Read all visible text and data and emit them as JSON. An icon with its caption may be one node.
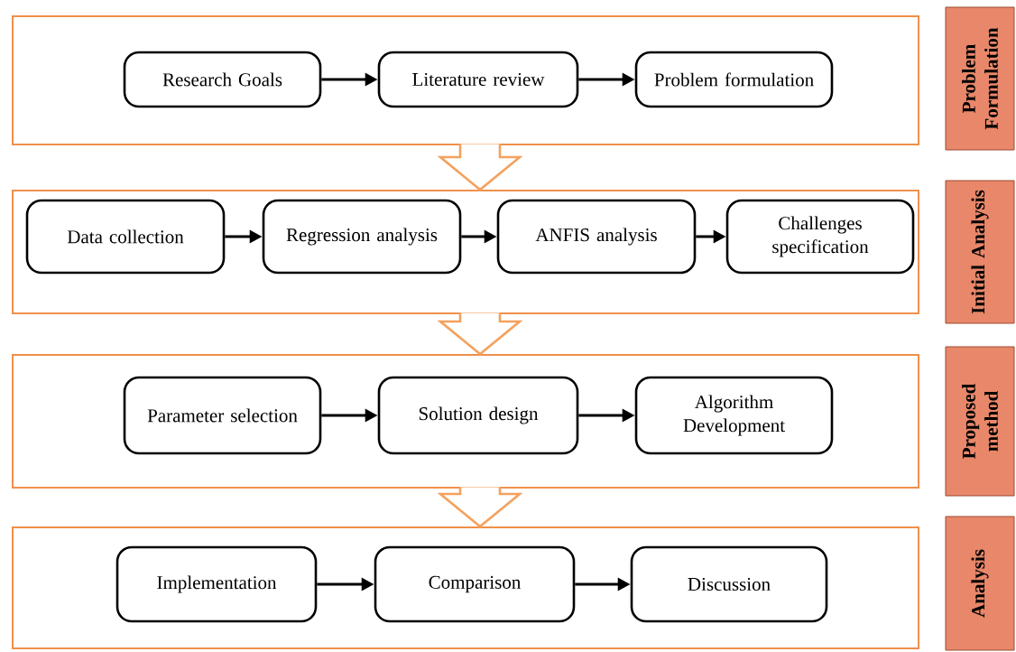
{
  "diagram": {
    "nodes": [
      {
        "text": [],
        "shape": "box"
      },
      {
        "text": [
          "Research Goals"
        ],
        "in": 0
      },
      {
        "text": [
          "Literature review"
        ],
        "in": 0
      },
      {
        "text": [
          "Problem formulation"
        ],
        "in": 0
      },
      {
        "text": [
          "Problem Formulation"
        ]
      },
      {
        "text": [],
        "shape": "box"
      },
      {
        "text": [
          "Data collection"
        ],
        "in": 5
      },
      {
        "text": [
          "Regression analysis"
        ],
        "in": 5
      },
      {
        "text": [
          "ANFIS analysis"
        ],
        "in": 5
      },
      {
        "text": [
          "Challenges specification"
        ],
        "in": 5
      },
      {
        "text": [
          "Initial Analysis"
        ]
      },
      {
        "text": [],
        "shape": "box"
      },
      {
        "text": [
          "Parameter selection"
        ],
        "in": 11
      },
      {
        "text": [
          "Solution design"
        ],
        "in": 11
      },
      {
        "text": [
          "Algorithm Development"
        ],
        "in": 11
      },
      {
        "text": [
          "Proposed method"
        ]
      },
      {
        "text": [],
        "shape": "box"
      },
      {
        "text": [
          "Implementation"
        ],
        "in": 16
      },
      {
        "text": [
          "Comparison"
        ],
        "in": 16
      },
      {
        "text": [
          "Discussion"
        ],
        "in": 16
      },
      {
        "text": [
          "Analysis"
        ]
      }
    ],
    "edges": [
      {
        "from": 1,
        "to": 2,
        "arrow": "to"
      },
      {
        "from": 2,
        "to": 3,
        "arrow": "to"
      },
      {
        "from": 0,
        "to": 5,
        "arrow": "to",
        "style": "thick",
        "color": "#f4a15d"
      },
      {
        "from": 6,
        "to": 7,
        "arrow": "to"
      },
      {
        "from": 7,
        "to": 8,
        "arrow": "to"
      },
      {
        "from": 8,
        "to": 9,
        "arrow": "to"
      },
      {
        "from": 5,
        "to": 11,
        "arrow": "to",
        "style": "thick",
        "color": "#f4a15d"
      },
      {
        "from": 12,
        "to": 13,
        "arrow": "to"
      },
      {
        "from": 13,
        "to": 14,
        "arrow": "to"
      },
      {
        "from": 11,
        "to": 16,
        "arrow": "to",
        "style": "thick",
        "color": "#f4a15d"
      },
      {
        "from": 17,
        "to": 18,
        "arrow": "to"
      },
      {
        "from": 18,
        "to": 19,
        "arrow": "to"
      }
    ]
  }
}
